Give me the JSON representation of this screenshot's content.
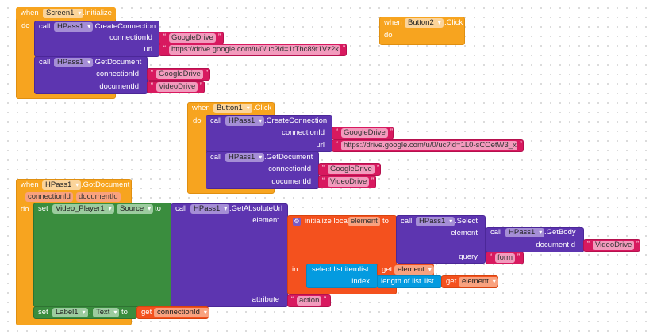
{
  "screen_init": {
    "when": "when",
    "component": "Screen1",
    "event": ".Initialize",
    "do": "do",
    "create": {
      "call": "call",
      "component": "HPass1",
      "method": ".CreateConnection",
      "p1": "connectionId",
      "v1": "GoogleDrive",
      "p2": "url",
      "v2": "https://drive.google.com/u/0/uc?id=1tThc89t1Vz2k..."
    },
    "getdoc": {
      "call": "call",
      "component": "HPass1",
      "method": ".GetDocument",
      "p1": "connectionId",
      "v1": "GoogleDrive",
      "p2": "documentId",
      "v2": "VideoDrive"
    }
  },
  "button2": {
    "when": "when",
    "component": "Button2",
    "event": ".Click",
    "do": "do"
  },
  "button1": {
    "when": "when",
    "component": "Button1",
    "event": ".Click",
    "do": "do",
    "create": {
      "call": "call",
      "component": "HPass1",
      "method": ".CreateConnection",
      "p1": "connectionId",
      "v1": "GoogleDrive",
      "p2": "url",
      "v2": "https://drive.google.com/u/0/uc?id=1L0-sCOetW3_x..."
    },
    "getdoc": {
      "call": "call",
      "component": "HPass1",
      "method": ".GetDocument",
      "p1": "connectionId",
      "v1": "GoogleDrive",
      "p2": "documentId",
      "v2": "VideoDrive"
    }
  },
  "gotdoc": {
    "when": "when",
    "component": "HPass1",
    "event": ".GotDocument",
    "param1": "connectionId",
    "param2": "documentId",
    "do": "do",
    "set1": {
      "set": "set",
      "component": "Video_Player1",
      "dot": ".",
      "prop": "Source",
      "to": "to"
    },
    "abs": {
      "call": "call",
      "component": "HPass1",
      "method": ".GetAbsoluteUrl",
      "p1": "element",
      "p2": "attribute",
      "v2": "action"
    },
    "local": {
      "label": "initialize local",
      "var": "element",
      "to": "to",
      "in": "in"
    },
    "select": {
      "call": "call",
      "component": "HPass1",
      "method": ".Select",
      "p1": "element",
      "p2": "query",
      "v2": "form"
    },
    "getbody": {
      "call": "call",
      "component": "HPass1",
      "method": ".GetBody",
      "p1": "documentId",
      "v1": "VideoDrive"
    },
    "sli": {
      "label": "select list item",
      "list": "list",
      "index": "index",
      "get": "get",
      "var": "element"
    },
    "len": {
      "label": "length of list",
      "list": "list",
      "get": "get",
      "var": "element"
    },
    "set2": {
      "set": "set",
      "component": "Label1",
      "dot": ".",
      "prop": "Text",
      "to": "to",
      "get": "get",
      "var": "connectionId"
    }
  }
}
